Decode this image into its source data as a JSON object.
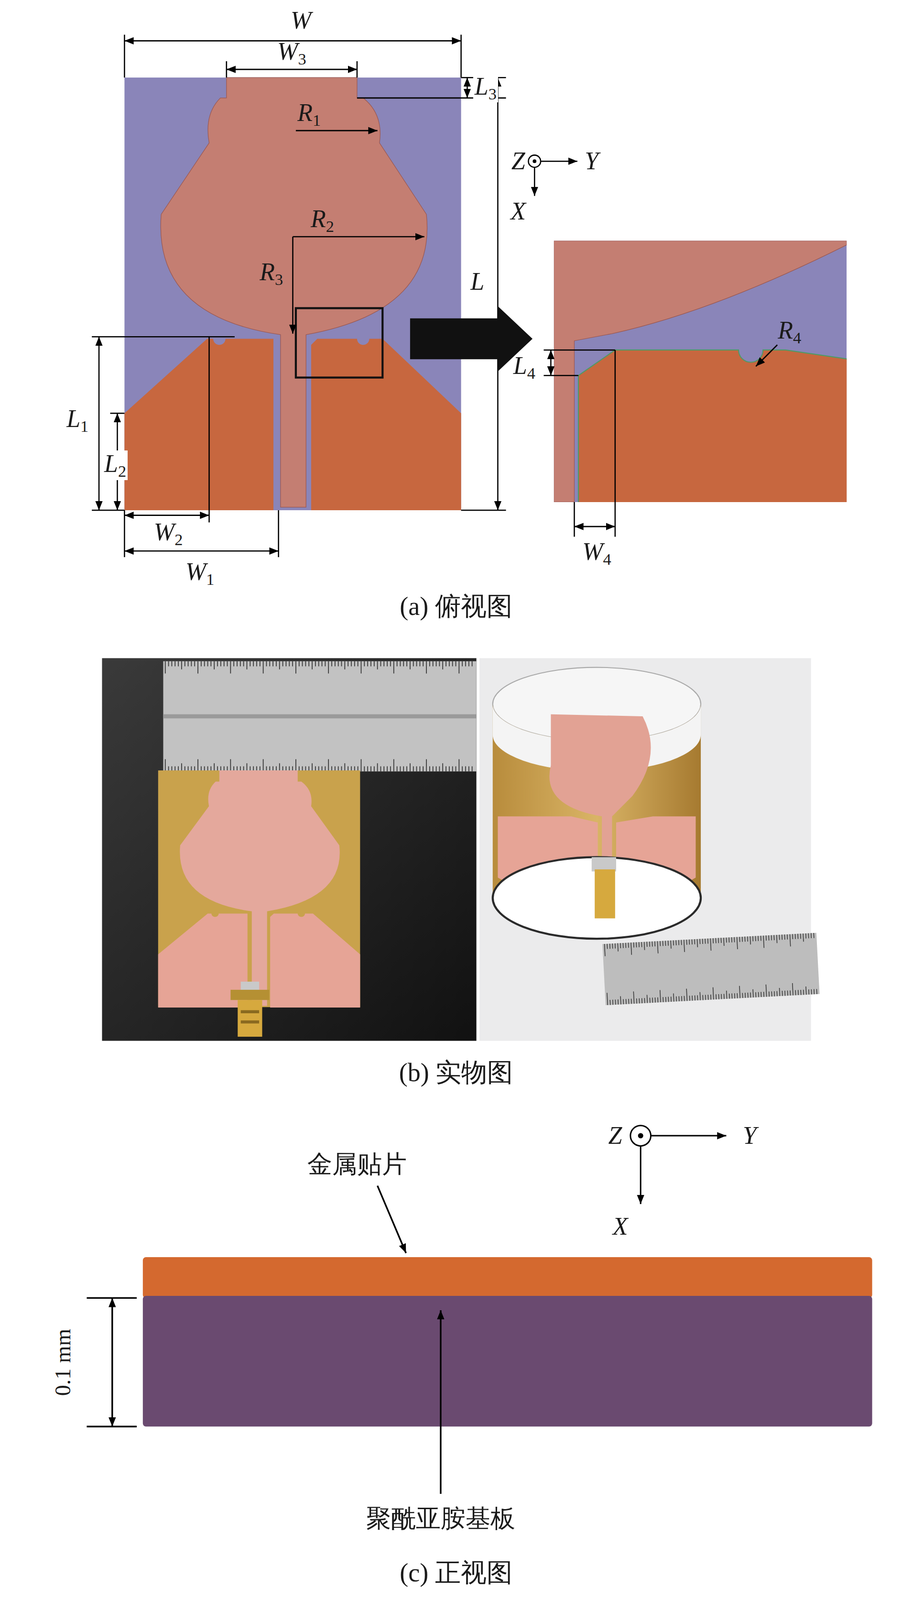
{
  "diagram": {
    "labels": [
      "W",
      "W3",
      "L3",
      "R1",
      "Z",
      "Y",
      "X",
      "R2",
      "R3",
      "L",
      "R4",
      "L4",
      "L1",
      "L2",
      "W2",
      "W4",
      "W1",
      "(a) 俯视图",
      "(b) 实物图",
      "金属贴片",
      "Z",
      "Y",
      "X",
      "0.1 mm",
      "聚酰亚胺基板",
      "(c) 正视图"
    ]
  }
}
